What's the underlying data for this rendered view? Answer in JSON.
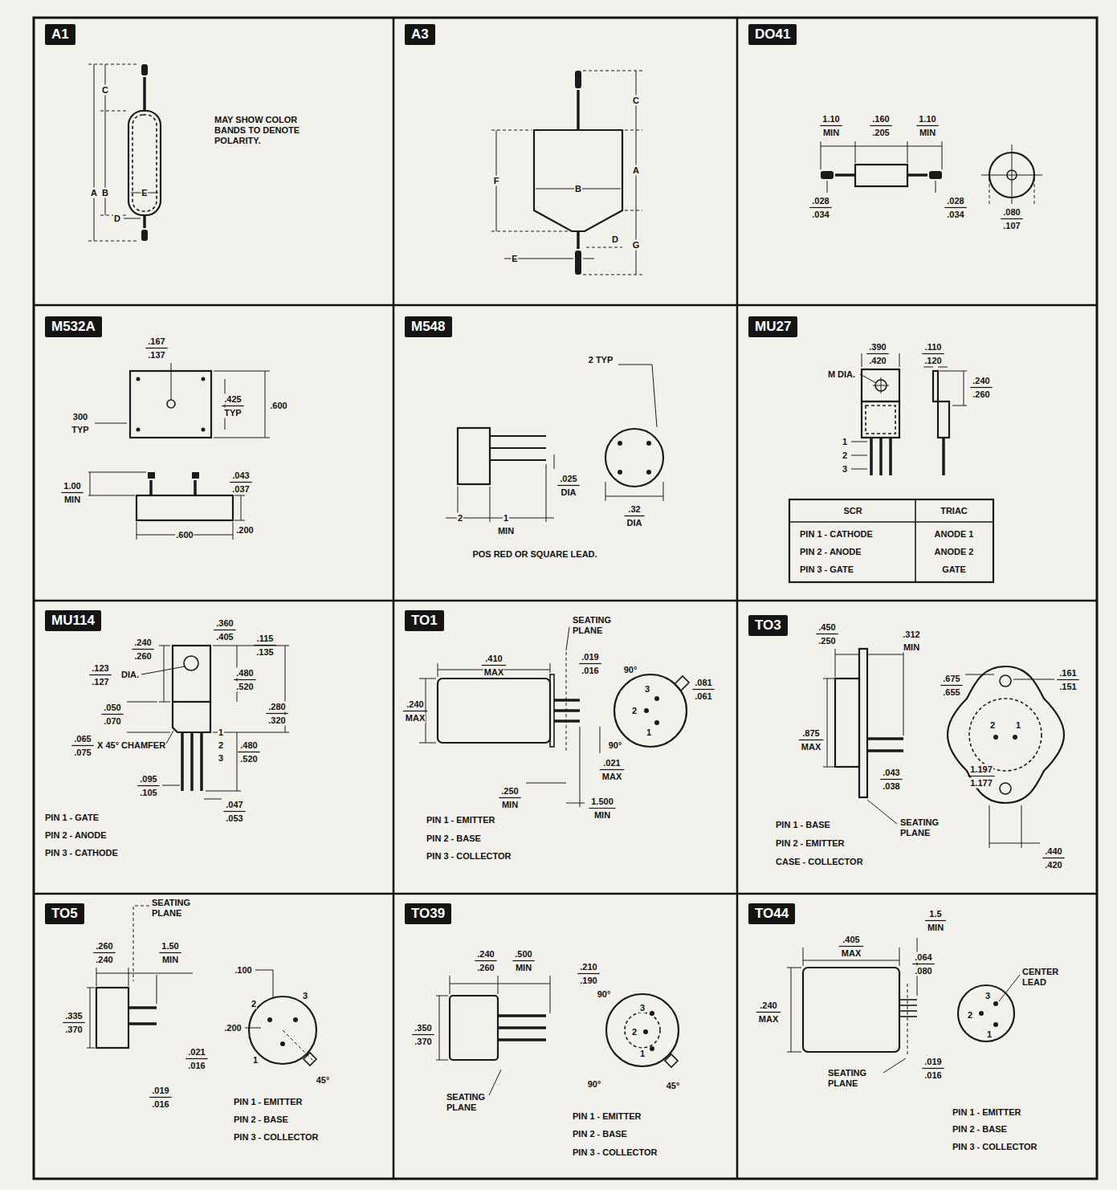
{
  "diagram": {
    "nodes": [
      {
        "text": [
          "A1"
        ]
      },
      {
        "text": [
          "A3"
        ]
      },
      {
        "text": [
          "DO41"
        ]
      },
      {
        "text": [
          "M532A"
        ]
      },
      {
        "text": [
          "M548"
        ]
      },
      {
        "text": [
          "MU27"
        ]
      },
      {
        "text": [
          "MU114"
        ]
      },
      {
        "text": [
          "TO1"
        ]
      },
      {
        "text": [
          "TO3"
        ]
      },
      {
        "text": [
          "TO5"
        ]
      },
      {
        "text": [
          "TO39"
        ]
      },
      {
        "text": [
          "TO44"
        ]
      }
    ],
    "labels": [
      "C",
      "A",
      "B",
      "E",
      "D",
      "MAY SHOW COLOR BANDS TO DENOTE POLARITY.",
      "C",
      "B",
      "A",
      "F",
      "D",
      "G",
      "E",
      "1.10",
      "MIN",
      ".160",
      ".205",
      "1.10",
      "MIN",
      ".028",
      ".034",
      ".028",
      ".034",
      ".080",
      ".107",
      ".167",
      ".137",
      ".425",
      "TYP",
      ".600",
      "300",
      "TYP",
      ".043",
      ".037",
      "1.00",
      "MIN",
      ".200",
      ".600",
      "2 TYP",
      ".025",
      "DIA",
      "2",
      "1",
      "MIN",
      ".32",
      "DIA",
      "POS RED OR SQUARE LEAD.",
      ".390",
      ".420",
      "M DIA.",
      ".110",
      ".120",
      ".240",
      ".260",
      "1",
      "2",
      "3",
      "SCR",
      "TRIAC",
      "PIN 1 - CATHODE",
      "ANODE 1",
      "PIN 2 - ANODE",
      "ANODE 2",
      "PIN 3 - GATE",
      "GATE",
      ".360",
      ".405",
      ".240",
      ".260",
      ".115",
      ".135",
      ".123",
      ".127",
      "DIA.",
      ".480",
      ".520",
      ".050",
      ".070",
      ".280",
      ".320",
      ".065",
      ".075",
      "X 45° CHAMFER",
      "1",
      "2",
      "3",
      ".480",
      ".520",
      ".095",
      ".105",
      ".047",
      ".053",
      "PIN 1 - GATE",
      "PIN 2 - ANODE",
      "PIN 3 - CATHODE",
      "SEATING PLANE",
      ".410",
      "MAX",
      ".019",
      ".016",
      ".240",
      "MAX",
      "90°",
      ".081",
      ".061",
      "3",
      "2",
      "1",
      "90°",
      ".021",
      "MAX",
      ".250",
      "MIN",
      "1.500",
      "MIN",
      "PIN 1 - EMITTER",
      "PIN 2 - BASE",
      "PIN 3 - COLLECTOR",
      ".450",
      ".250",
      ".312",
      "MIN",
      ".675",
      ".655",
      ".161",
      ".151",
      ".875",
      "MAX",
      "2",
      "1",
      "1.197",
      "1.177",
      ".043",
      ".038",
      "PIN 1 - BASE",
      "PIN 2 - EMITTER",
      "CASE - COLLECTOR",
      "SEATING PLANE",
      ".440",
      ".420",
      "SEATING PLANE",
      ".260",
      ".240",
      "1.50",
      "MIN",
      ".100",
      "2",
      "3",
      ".335",
      ".370",
      ".200",
      "1",
      ".021",
      ".016",
      ".019",
      ".016",
      "45°",
      "PIN 1 - EMITTER",
      "PIN 2 - BASE",
      "PIN 3 - COLLECTOR",
      ".240",
      ".260",
      ".500",
      "MIN",
      ".210",
      ".190",
      "90°",
      ".350",
      ".370",
      "3",
      "2",
      "1",
      "90°",
      "45°",
      "SEATING PLANE",
      "PIN 1 - EMITTER",
      "PIN 2 - BASE",
      "PIN 3 - COLLECTOR",
      "1.5",
      "MIN",
      ".405",
      "MAX",
      ".064",
      ".080",
      "CENTER LEAD",
      ".240",
      "MAX",
      "3",
      "2",
      "1",
      "SEATING PLANE",
      ".019",
      ".016",
      "PIN 1 - EMITTER",
      "PIN 2 - BASE",
      "PIN 3 - COLLECTOR"
    ]
  }
}
